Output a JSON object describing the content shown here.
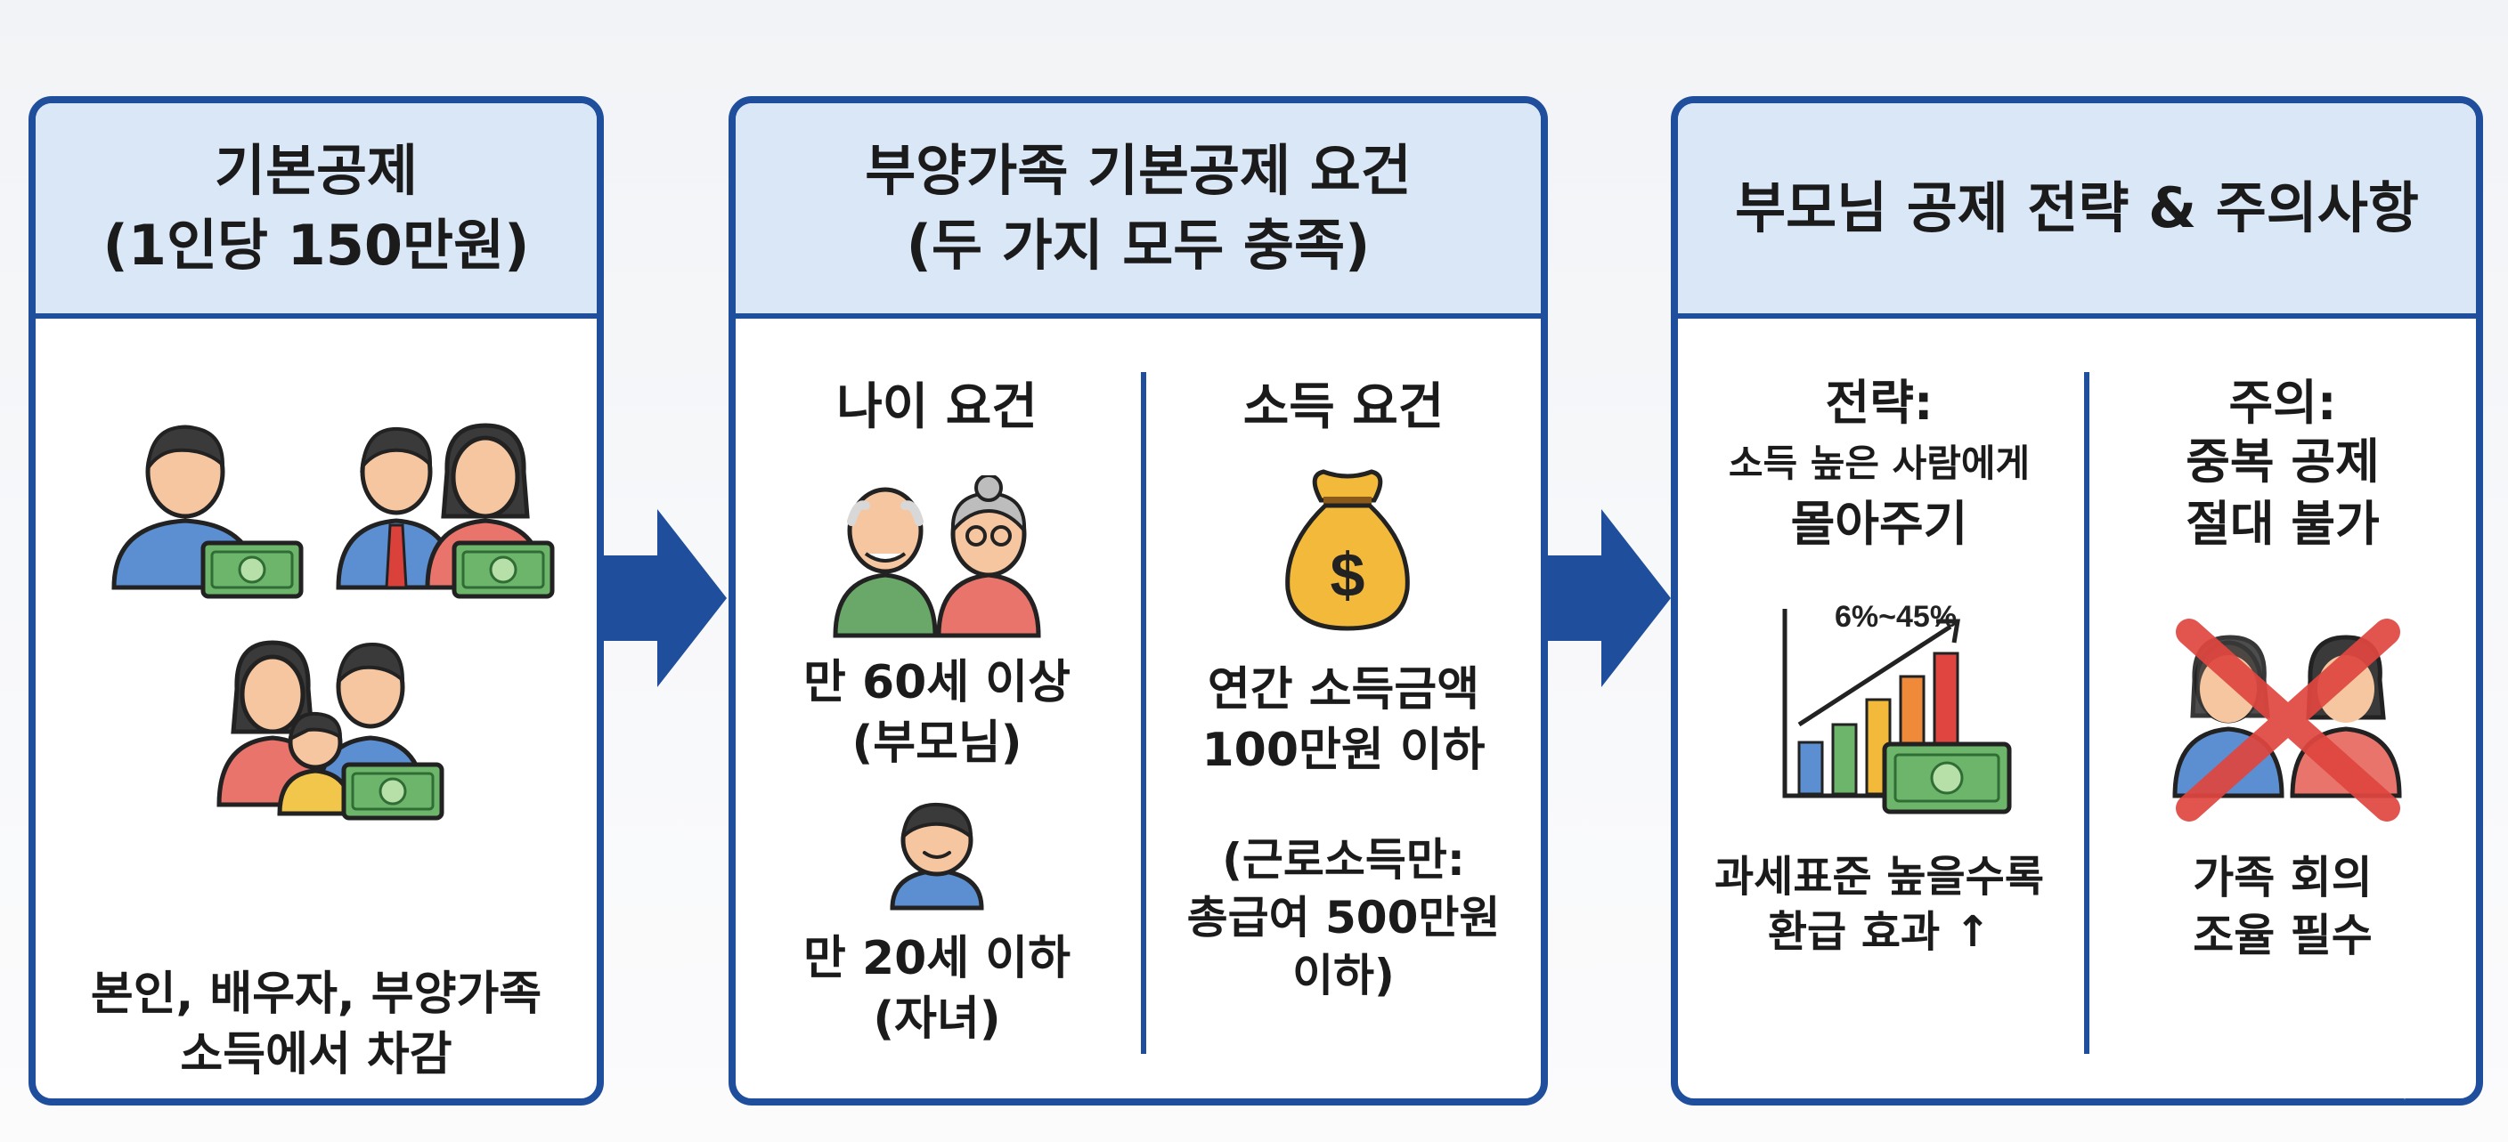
{
  "panel1": {
    "title_line1": "기본공제",
    "title_line2": "(1인당 150만원)",
    "caption_line1": "본인, 배우자, 부양가족",
    "caption_line2": "소득에서 차감"
  },
  "panel2": {
    "title_line1": "부양가족 기본공제 요건",
    "title_line2": "(두 가지 모두 충족)",
    "age": {
      "heading": "나이 요건",
      "parents_line1": "만 60세 이상",
      "parents_line2": "(부모님)",
      "child_line1": "만 20세 이하",
      "child_line2": "(자녀)"
    },
    "income": {
      "heading": "소득 요건",
      "line1": "연간 소득금액",
      "line2": "100만원 이하",
      "note_line1": "(근로소득만:",
      "note_line2": "총급여 500만원",
      "note_line3": "이하)"
    }
  },
  "panel3": {
    "title": "부모님 공제 전략 & 주의사항",
    "strategy": {
      "heading": "전략:",
      "sub": "소득 높은 사람에게",
      "main": "몰아주기",
      "chart_label": "6%~45%",
      "caption_line1": "과세표준 높을수록",
      "caption_line2": "환급 효과 ↑"
    },
    "caution": {
      "heading": "주의:",
      "line1": "중복 공제",
      "line2": "절대 불가",
      "caption_line1": "가족 회의",
      "caption_line2": "조율 필수"
    }
  },
  "colors": {
    "border": "#1f4e9c",
    "header_bg": "#dae7f7",
    "arrow": "#1f4e9c",
    "money": "#6db56b",
    "coin_bag": "#f2b93b",
    "cross": "#e0463f"
  },
  "icons": [
    "person-icon",
    "couple-icon",
    "family-icon",
    "money-icon",
    "elderly-couple-icon",
    "child-icon",
    "money-bag-icon",
    "bar-chart-icon",
    "crossed-couple-icon",
    "sparkle-icon"
  ]
}
